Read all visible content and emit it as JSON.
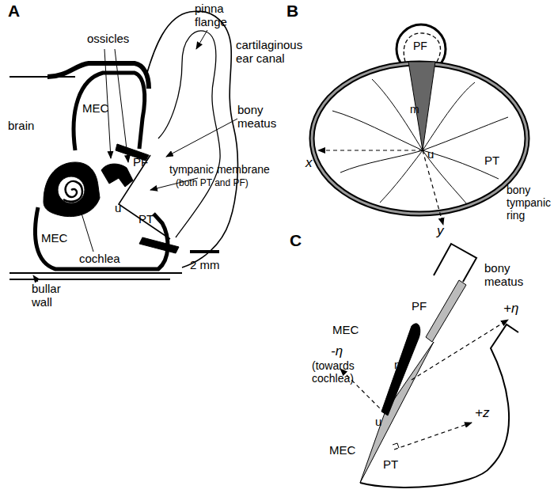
{
  "diagram": {
    "labels": [
      "A",
      "pinna flange",
      "cartilaginous ear canal",
      "ossicles",
      "brain",
      "MEC",
      "bony meatus",
      "PF",
      "tympanic membrane",
      "(both PT and PF)",
      "u",
      "PT",
      "MEC",
      "bullar wall",
      "cochlea",
      "2 mm",
      "B",
      "PF",
      "m",
      "x",
      "u",
      "y",
      "PT",
      "bony tympanic ring",
      "C",
      "PF",
      "MEC",
      "+η",
      "bony meatus",
      "m",
      "-η",
      "(towards cochlea)",
      "u",
      "+z",
      "MEC",
      "PT"
    ]
  }
}
